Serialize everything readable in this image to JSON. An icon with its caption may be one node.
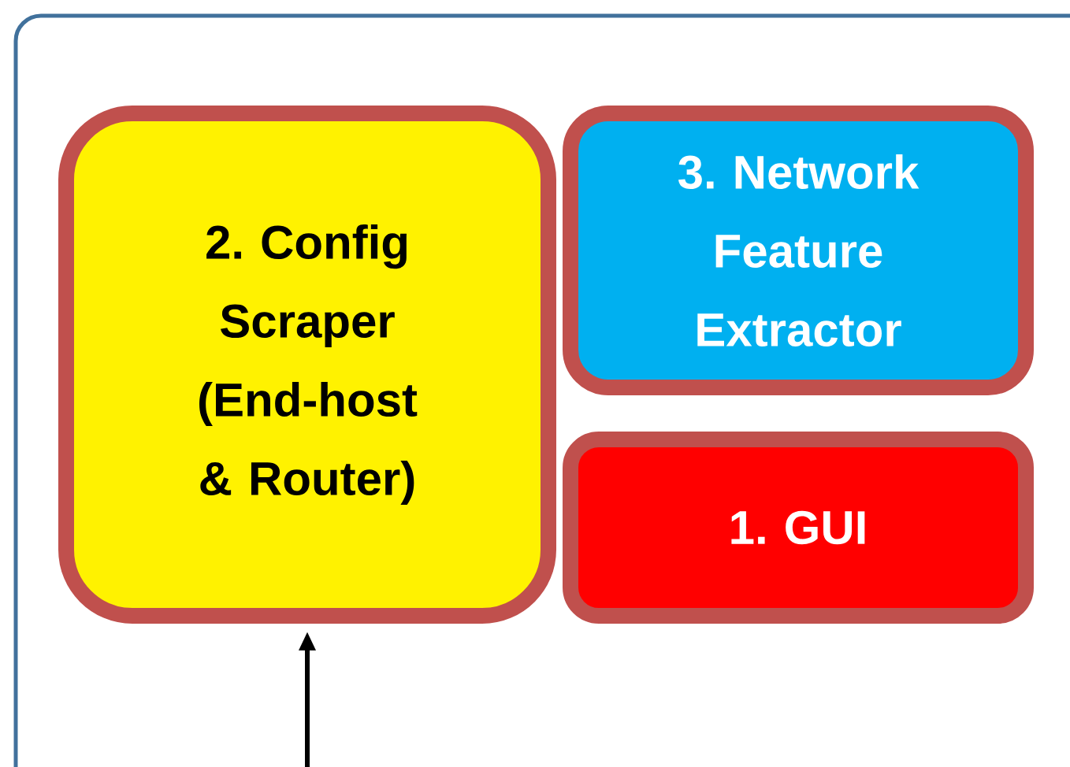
{
  "diagram": {
    "nodes": [
      {
        "text": [],
        "shape": "box"
      },
      {
        "text": [
          "2. Config Scraper (End-host & Router)"
        ],
        "in": 0
      },
      {
        "text": [
          "3. Network Feature Extractor"
        ],
        "in": 0
      },
      {
        "text": [
          "1. GUI"
        ],
        "in": 0
      }
    ],
    "edges": [
      {
        "from": null,
        "to": 1,
        "arrow": "to"
      }
    ]
  }
}
